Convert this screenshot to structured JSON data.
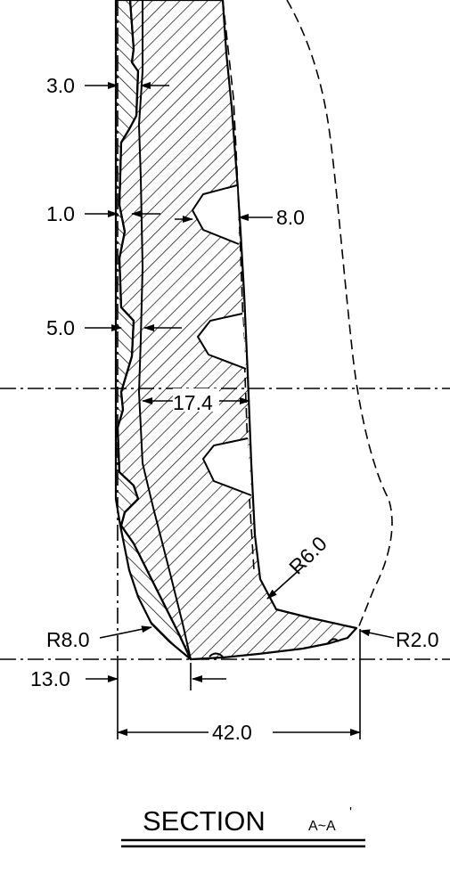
{
  "dimensions": {
    "d1": "3.0",
    "d2": "1.0",
    "d3": "8.0",
    "d4": "5.0",
    "d5": "17.4",
    "d6": "R6.0",
    "d7": "R8.0",
    "d8": "R2.0",
    "d9": "13.0",
    "d10": "42.0"
  },
  "title": {
    "main": "SECTION",
    "sub": "A~A",
    "prime": "'"
  },
  "colors": {
    "ink": "#000000",
    "paper": "#ffffff"
  }
}
